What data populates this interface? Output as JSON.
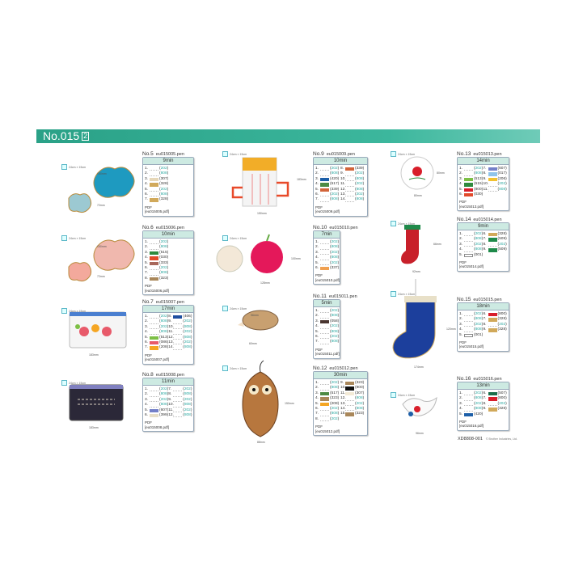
{
  "header": {
    "title": "No.015",
    "sub": "2",
    "color": "#2aa187"
  },
  "hoop_label": "24cm × 15cm",
  "items": [
    {
      "no": "No.5",
      "file": "eu015005.pen",
      "time": "9min",
      "pdf_label": "PDF",
      "pdf": "[eu015005.pdf]",
      "dims": [
        "150mm",
        "72mm"
      ],
      "threads": [
        [
          "202",
          null
        ],
        [
          "808",
          null
        ],
        [
          "307",
          "#e6d7b8"
        ],
        [
          "328",
          "#d1a95a"
        ],
        [
          "202",
          null
        ],
        [
          "808",
          null
        ],
        [
          "328",
          "#d1a95a"
        ]
      ]
    },
    {
      "no": "No.6",
      "file": "eu015006.pen",
      "time": "10min",
      "pdf_label": "PDF",
      "pdf": "[eu015006.pdf]",
      "dims": [
        "150mm",
        "72mm"
      ],
      "threads": [
        [
          "202",
          null
        ],
        [
          "808",
          null
        ],
        [
          "515",
          "#2f8a3e"
        ],
        [
          "030",
          "#e24a2a"
        ],
        [
          "333",
          "#a8675a"
        ],
        [
          "202",
          null
        ],
        [
          "808",
          null
        ],
        [
          "323",
          "#a9875a"
        ]
      ]
    },
    {
      "no": "No.7",
      "file": "eu015007.pen",
      "time": "17min",
      "pdf_label": "PDF",
      "pdf": "[eu015007.pdf]",
      "dims": [
        "183mm",
        "100mm"
      ],
      "threads": [
        [
          "202",
          null
        ],
        [
          "808",
          null
        ],
        [
          "202",
          null
        ],
        [
          "808",
          null
        ],
        [
          "513",
          "#7cbf45"
        ],
        [
          "086",
          "#e85a6a"
        ],
        [
          "208",
          "#f5a623"
        ],
        [
          "406",
          "#1e4fa0"
        ],
        [
          "202",
          null
        ],
        [
          "808",
          null
        ],
        [
          "202",
          null
        ],
        [
          "808",
          null
        ],
        [
          "202",
          null
        ],
        [
          "808",
          null
        ]
      ]
    },
    {
      "no": "No.8",
      "file": "eu015008.pen",
      "time": "11min",
      "pdf_label": "PDF",
      "pdf": "[eu015008.pdf]",
      "dims": [
        "183mm",
        "100mm"
      ],
      "threads": [
        [
          "202",
          null
        ],
        [
          "808",
          null
        ],
        [
          "202",
          null
        ],
        [
          "808",
          null
        ],
        [
          "607",
          "#7480c8"
        ],
        [
          "399",
          "#e8dfc8"
        ],
        [
          "202",
          null
        ],
        [
          "808",
          null
        ],
        [
          "202",
          null
        ],
        [
          "808",
          null
        ],
        [
          "202",
          null
        ],
        [
          "808",
          null
        ]
      ]
    },
    {
      "no": "No.9",
      "file": "eu015009.pen",
      "time": "10min",
      "pdf_label": "PDF",
      "pdf": "[eu015009.pdf]",
      "dims": [
        "150mm",
        "183mm"
      ],
      "threads": [
        [
          "202",
          null
        ],
        [
          "808",
          null
        ],
        [
          "420",
          "#1d5fa8"
        ],
        [
          "517",
          "#4d8a44"
        ],
        [
          "339",
          "#d2643a"
        ],
        [
          "202",
          null
        ],
        [
          "808",
          null
        ],
        [
          "339",
          "#d2643a"
        ],
        [
          "202",
          null
        ],
        [
          "808",
          null
        ],
        [
          "202",
          null
        ],
        [
          "808",
          null
        ],
        [
          "202",
          null
        ],
        [
          "808",
          null
        ]
      ]
    },
    {
      "no": "No.10",
      "file": "eu015010.pen",
      "time": "7min",
      "pdf_label": "PDF",
      "pdf": "[eu015010.pdf]",
      "dims": [
        "128mm",
        "100mm"
      ],
      "threads": [
        [
          "202",
          null
        ],
        [
          "808",
          null
        ],
        [
          "202",
          null
        ],
        [
          "808",
          null
        ],
        [
          "202",
          null
        ],
        [
          "337",
          "#f0a050"
        ]
      ]
    },
    {
      "no": "No.11",
      "file": "eu015011.pen",
      "time": "5min",
      "pdf_label": "PDF",
      "pdf": "[eu015011.pdf]",
      "dims": [
        "96mm",
        "60mm"
      ],
      "threads": [
        [
          "202",
          null
        ],
        [
          "808",
          null
        ],
        [
          "058",
          "#4a3530"
        ],
        [
          "202",
          null
        ],
        [
          "808",
          null
        ],
        [
          "202",
          null
        ],
        [
          "808",
          null
        ]
      ]
    },
    {
      "no": "No.12",
      "file": "eu015012.pen",
      "time": "30min",
      "pdf_label": "PDF",
      "pdf": "[eu015012.pdf]",
      "dims": [
        "150mm",
        "88mm"
      ],
      "threads": [
        [
          "202",
          null
        ],
        [
          "808",
          null
        ],
        [
          "517",
          "#4d8a44"
        ],
        [
          "323",
          "#a9875a"
        ],
        [
          "208",
          "#f5a623"
        ],
        [
          "202",
          null
        ],
        [
          "808",
          null
        ],
        [
          "202",
          null
        ],
        [
          "323",
          "#a9875a"
        ],
        [
          "900",
          "#111111"
        ],
        [
          "307",
          "#f3ead6"
        ],
        [
          "808",
          null
        ],
        [
          "202",
          null
        ],
        [
          "808",
          null
        ],
        [
          "323",
          "#a9875a"
        ]
      ]
    },
    {
      "no": "No.13",
      "file": "eu015013.pen",
      "time": "14min",
      "pdf_label": "PDF",
      "pdf": "[eu015013.pdf]",
      "dims": [
        "80mm",
        "80mm"
      ],
      "threads": [
        [
          "202",
          null
        ],
        [
          "808",
          null
        ],
        [
          "513",
          "#7cbf45"
        ],
        [
          "515",
          "#2f8a3e"
        ],
        [
          "800",
          "#d81e2a"
        ],
        [
          "030",
          "#e24a2a"
        ],
        [
          "607",
          "#7480c8"
        ],
        [
          "017",
          "#8fc4ea"
        ],
        [
          "206",
          "#f2c230"
        ],
        [
          "202",
          null
        ],
        [
          "808",
          null
        ]
      ]
    },
    {
      "no": "No.14",
      "file": "eu015014.pen",
      "time": "9min",
      "pdf_label": "PDF",
      "pdf": "[eu015014.pdf]",
      "dims": [
        "92mm",
        "66mm"
      ],
      "threads": [
        [
          "202",
          null
        ],
        [
          "808",
          null
        ],
        [
          "202",
          null
        ],
        [
          "808",
          null
        ],
        [
          "001",
          "#ffffff"
        ],
        [
          "328",
          "#d1a95a"
        ],
        [
          "509",
          "#1f8a4a"
        ],
        [
          "202",
          null
        ],
        [
          "509",
          "#1f8a4a"
        ]
      ]
    },
    {
      "no": "No.15",
      "file": "eu015015.pen",
      "time": "18min",
      "pdf_label": "PDF",
      "pdf": "[eu015015.pdf]",
      "dims": [
        "174mm",
        "120mm"
      ],
      "threads": [
        [
          "202",
          null
        ],
        [
          "808",
          null
        ],
        [
          "202",
          null
        ],
        [
          "808",
          null
        ],
        [
          "001",
          "#ffffff"
        ],
        [
          "800",
          "#d81e2a"
        ],
        [
          "328",
          "#d1a95a"
        ],
        [
          "202",
          null
        ],
        [
          "328",
          "#d1a95a"
        ]
      ]
    },
    {
      "no": "No.16",
      "file": "eu015016.pen",
      "time": "13min",
      "pdf_label": "PDF",
      "pdf": "[eu015016.pdf]",
      "dims": [
        "96mm"
      ],
      "threads": [
        [
          "202",
          null
        ],
        [
          "808",
          null
        ],
        [
          "202",
          null
        ],
        [
          "808",
          null
        ],
        [
          "420",
          "#1d5fa8"
        ],
        [
          "507",
          "#1a6e4a"
        ],
        [
          "800",
          "#d81e2a"
        ],
        [
          "202",
          null
        ],
        [
          "328",
          "#d1a95a"
        ]
      ]
    }
  ],
  "footer": {
    "code": "XD8808-001",
    "copyright": "© Brother Industries, Ltd."
  }
}
